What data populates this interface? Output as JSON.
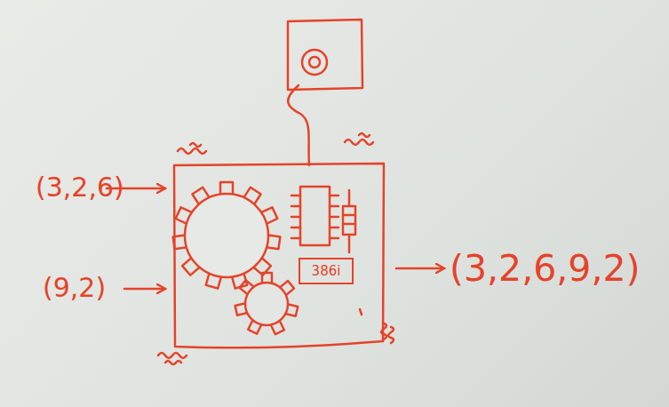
{
  "diagram": {
    "nodes": [
      {
        "text": [
          "386i"
        ]
      }
    ],
    "labels": [
      "(3,2,6)",
      "(9,2)",
      "(3,2,6,9,2)"
    ]
  }
}
